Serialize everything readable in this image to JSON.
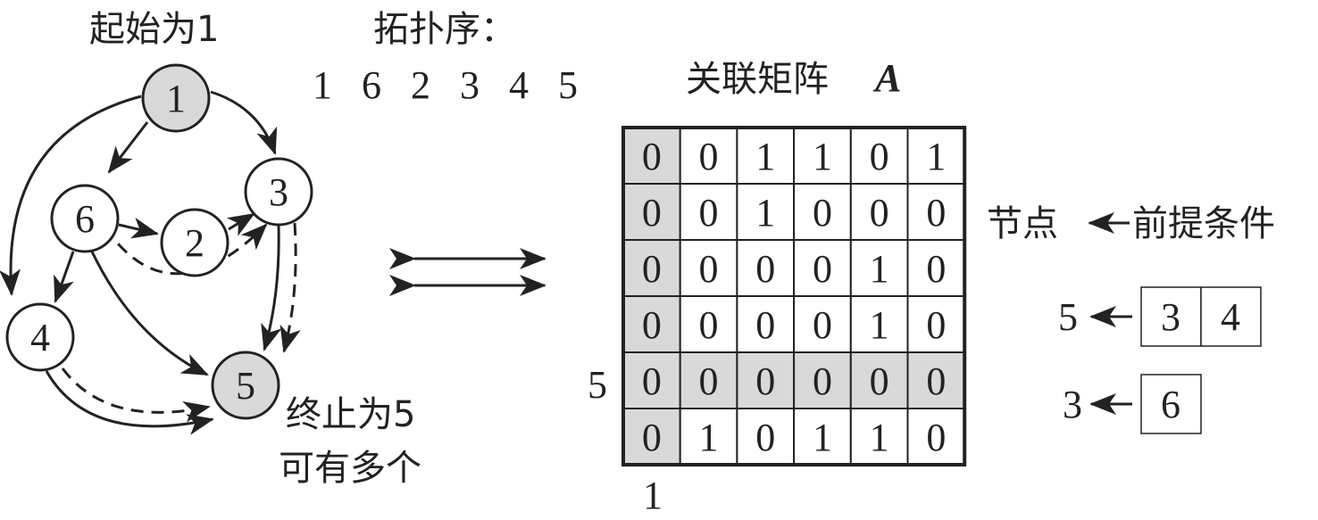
{
  "labels": {
    "start": "起始为1",
    "topo_title": "拓扑序：",
    "topo_order": [
      "1",
      "6",
      "2",
      "3",
      "4",
      "5"
    ],
    "matrix_title": "关联矩阵",
    "matrix_symbol": "A",
    "end_line1": "终止为5",
    "end_line2": "可有多个",
    "row_marker": "5",
    "col_marker": "1",
    "prereq_header_node": "节点",
    "prereq_header_cond": "前提条件"
  },
  "graph": {
    "nodes": [
      {
        "id": "1",
        "highlight": true
      },
      {
        "id": "6",
        "highlight": false
      },
      {
        "id": "2",
        "highlight": false
      },
      {
        "id": "3",
        "highlight": false
      },
      {
        "id": "4",
        "highlight": false
      },
      {
        "id": "5",
        "highlight": true
      }
    ],
    "edges": [
      {
        "from": "1",
        "to": "3",
        "style": "solid"
      },
      {
        "from": "1",
        "to": "6",
        "style": "solid"
      },
      {
        "from": "1",
        "to": "4",
        "style": "solid"
      },
      {
        "from": "6",
        "to": "2",
        "style": "solid"
      },
      {
        "from": "2",
        "to": "3",
        "style": "solid"
      },
      {
        "from": "6",
        "to": "4",
        "style": "solid"
      },
      {
        "from": "6",
        "to": "5",
        "style": "solid"
      },
      {
        "from": "3",
        "to": "5",
        "style": "solid"
      },
      {
        "from": "4",
        "to": "5",
        "style": "solid"
      },
      {
        "from": "6",
        "to": "3",
        "style": "dashed"
      },
      {
        "from": "3",
        "to": "5",
        "style": "dashed"
      },
      {
        "from": "4",
        "to": "5",
        "style": "dashed"
      }
    ]
  },
  "matrix": {
    "rows": [
      [
        "0",
        "0",
        "1",
        "1",
        "0",
        "1"
      ],
      [
        "0",
        "0",
        "1",
        "0",
        "0",
        "0"
      ],
      [
        "0",
        "0",
        "0",
        "0",
        "1",
        "0"
      ],
      [
        "0",
        "0",
        "0",
        "0",
        "1",
        "0"
      ],
      [
        "0",
        "0",
        "0",
        "0",
        "0",
        "0"
      ],
      [
        "0",
        "1",
        "0",
        "1",
        "1",
        "0"
      ]
    ],
    "shaded_row": 4,
    "shaded_col": 0
  },
  "prereqs": [
    {
      "node": "5",
      "conditions": [
        "3",
        "4"
      ]
    },
    {
      "node": "3",
      "conditions": [
        "6"
      ]
    }
  ],
  "colors": {
    "shade": "#d9d9d9",
    "ink": "#222222"
  }
}
